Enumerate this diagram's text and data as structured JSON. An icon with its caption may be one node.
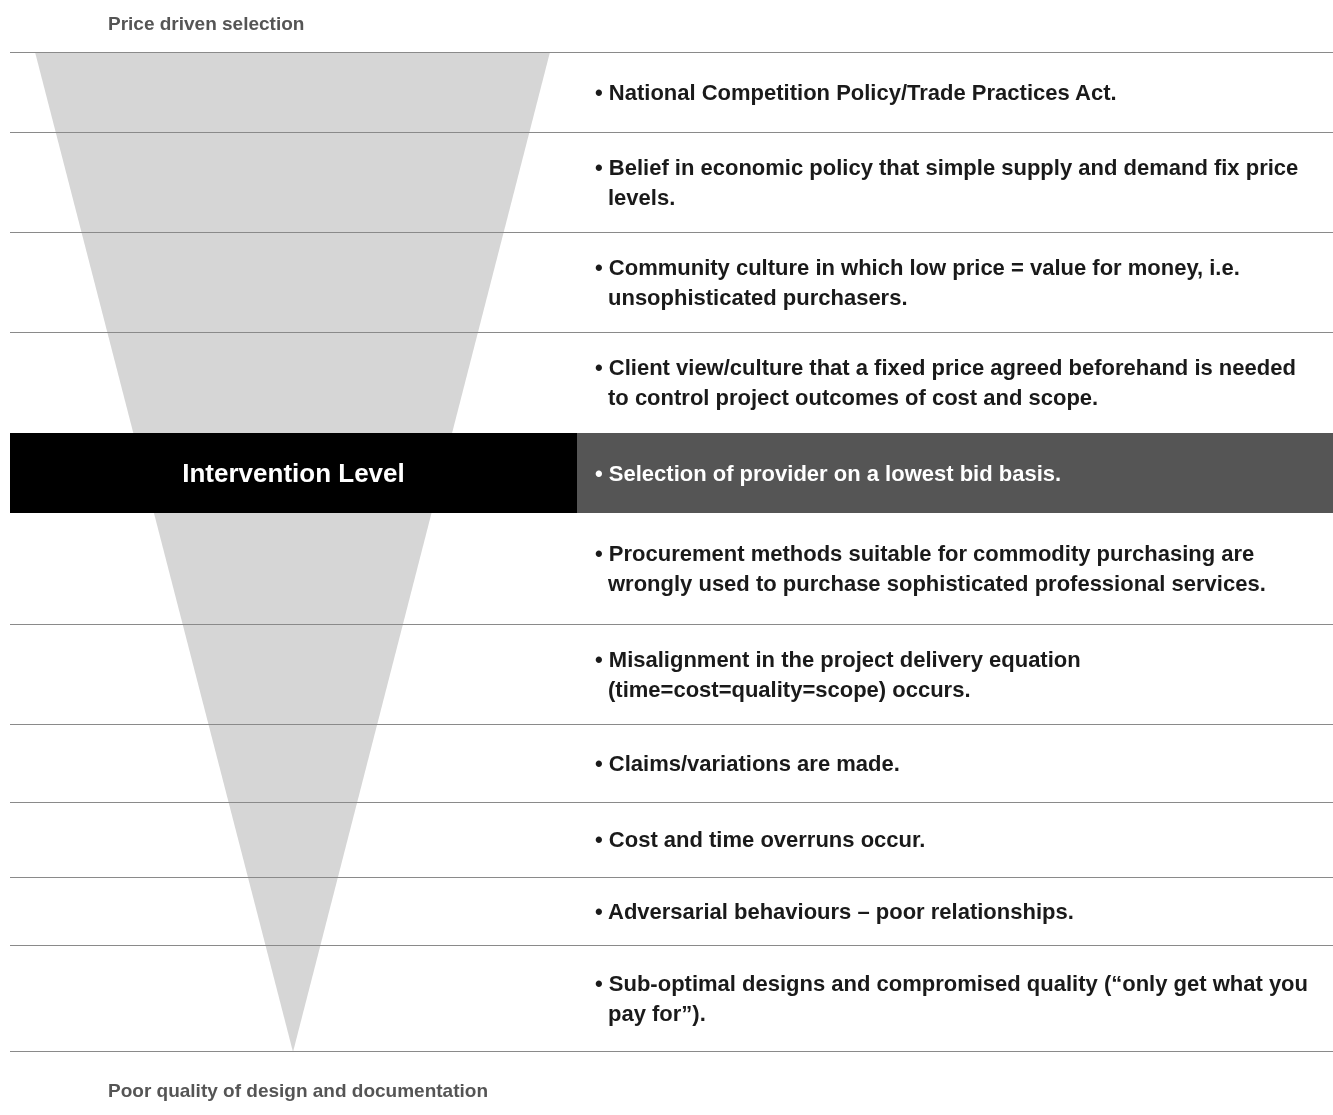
{
  "diagram": {
    "nodes": [
      {
        "text": [
          "Intervention Level"
        ]
      },
      {
        "text": [
          "• Selection of provider on a lowest bid basis."
        ]
      }
    ],
    "labels": [
      "Price driven selection",
      "• National Competition Policy/Trade Practices Act.",
      "• Belief in economic policy that simple supply and demand fix price levels.",
      "• Community culture in which low price = value for money, i.e. unsophisticated purchasers.",
      "• Client view/culture that a fixed price agreed beforehand is needed to control project outcomes of cost and scope.",
      "• Procurement methods suitable for commodity purchasing are wrongly used to purchase sophisticated professional services.",
      "• Misalignment in the project delivery equation (time=cost=quality=scope) occurs.",
      "• Claims/variations are made.",
      "• Cost and time overruns occur.",
      "• Adversarial behaviours – poor relationships.",
      "• Sub-optimal designs and compromised quality (“only get what you pay for”).",
      "Poor quality of design and documentation"
    ]
  }
}
